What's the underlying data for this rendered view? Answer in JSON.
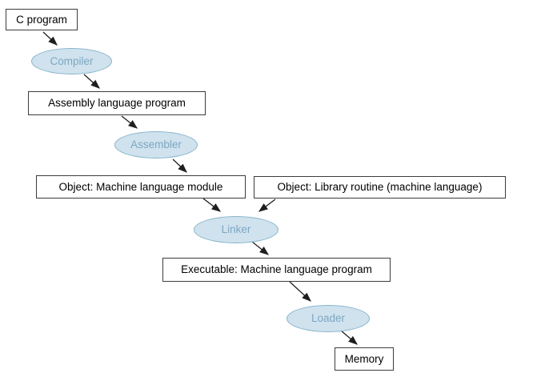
{
  "diagram": {
    "description": "C program translation hierarchy flowchart",
    "colors": {
      "background": "#ffffff",
      "box_border": "#3c3c3c",
      "box_text": "#000000",
      "ellipse_fill": "#cfe2ed",
      "ellipse_border": "#88b4cb",
      "ellipse_text": "#7ea7c3",
      "arrow": "#1f1f1f"
    },
    "nodes": [
      {
        "id": "c-program",
        "type": "box",
        "label": "C program"
      },
      {
        "id": "compiler",
        "type": "ellipse",
        "label": "Compiler"
      },
      {
        "id": "assembly",
        "type": "box",
        "label": "Assembly language program"
      },
      {
        "id": "assembler",
        "type": "ellipse",
        "label": "Assembler"
      },
      {
        "id": "object-module",
        "type": "box",
        "label": "Object: Machine language module"
      },
      {
        "id": "library-routine",
        "type": "box",
        "label": "Object: Library routine (machine language)"
      },
      {
        "id": "linker",
        "type": "ellipse",
        "label": "Linker"
      },
      {
        "id": "executable",
        "type": "box",
        "label": "Executable: Machine language program"
      },
      {
        "id": "loader",
        "type": "ellipse",
        "label": "Loader"
      },
      {
        "id": "memory",
        "type": "box",
        "label": "Memory"
      }
    ],
    "edges": [
      {
        "from": "c-program",
        "to": "compiler"
      },
      {
        "from": "compiler",
        "to": "assembly"
      },
      {
        "from": "assembly",
        "to": "assembler"
      },
      {
        "from": "assembler",
        "to": "object-module"
      },
      {
        "from": "object-module",
        "to": "linker"
      },
      {
        "from": "library-routine",
        "to": "linker"
      },
      {
        "from": "linker",
        "to": "executable"
      },
      {
        "from": "executable",
        "to": "loader"
      },
      {
        "from": "loader",
        "to": "memory"
      }
    ]
  }
}
